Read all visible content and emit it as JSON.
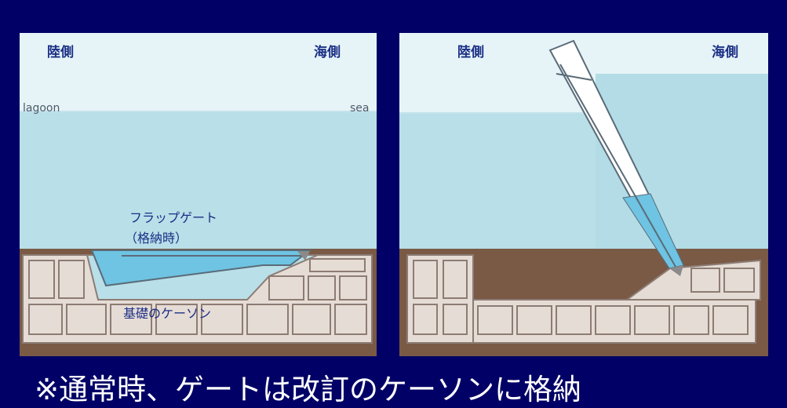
{
  "left_panel": {
    "land_side": "陸側",
    "sea_side": "海側",
    "lagoon": "lagoon",
    "sea": "sea",
    "gate_label_line1": "フラップゲート",
    "gate_label_line2": "（格納時）",
    "caisson_label": "基礎のケーソン"
  },
  "right_panel": {
    "land_side": "陸側",
    "sea_side": "海側"
  },
  "caption": "※通常時、ゲートは改訂のケーソンに格納",
  "colors": {
    "background": "#000066",
    "sky": "#e6f4f7",
    "water": "#b8dfe8",
    "ground": "#7a5a45",
    "caisson": "#e6dcd6",
    "gate_water": "#6ec4e2",
    "label": "#1b2f86"
  }
}
